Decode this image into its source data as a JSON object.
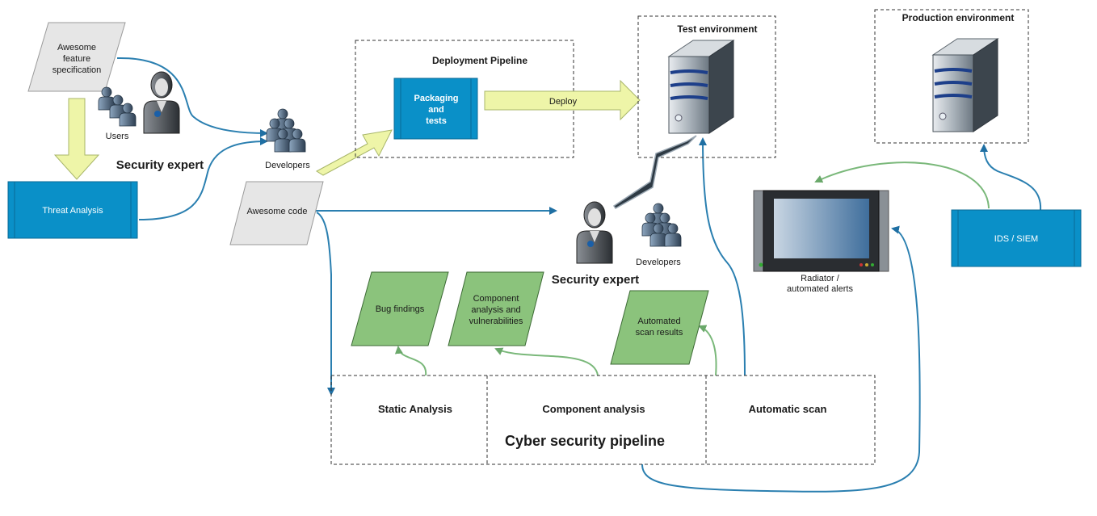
{
  "spec_doc": {
    "line1": "Awesome",
    "line2": "feature",
    "line3": "specification"
  },
  "users_label": "Users",
  "security_expert_1": "Security expert",
  "threat_analysis": "Threat Analysis",
  "developers_1": "Developers",
  "awesome_code": "Awesome code",
  "deployment_pipeline": {
    "title": "Deployment Pipeline",
    "packaging": {
      "line1": "Packaging",
      "line2": "and",
      "line3": "tests"
    },
    "deploy": "Deploy"
  },
  "test_environment": "Test environment",
  "production_environment": "Production environment",
  "security_expert_2": "Security expert",
  "developers_2": "Developers",
  "radiator": {
    "line1": "Radiator /",
    "line2": "automated alerts"
  },
  "ids_siem": "IDS / SIEM",
  "bug_findings": "Bug findings",
  "component_doc": {
    "line1": "Component",
    "line2": "analysis and",
    "line3": "vulnerabilities"
  },
  "scan_doc": {
    "line1": "Automated",
    "line2": "scan results"
  },
  "cyber_pipeline": {
    "title": "Cyber security pipeline",
    "static": "Static Analysis",
    "component": "Component analysis",
    "automatic": "Automatic scan"
  },
  "colors": {
    "blue_box": "#0a90c8",
    "green_doc": "#8bc37c",
    "yellow_arrow": "#eef5a8",
    "blue_line": "#2a7fb0",
    "green_line": "#7ab87a"
  }
}
